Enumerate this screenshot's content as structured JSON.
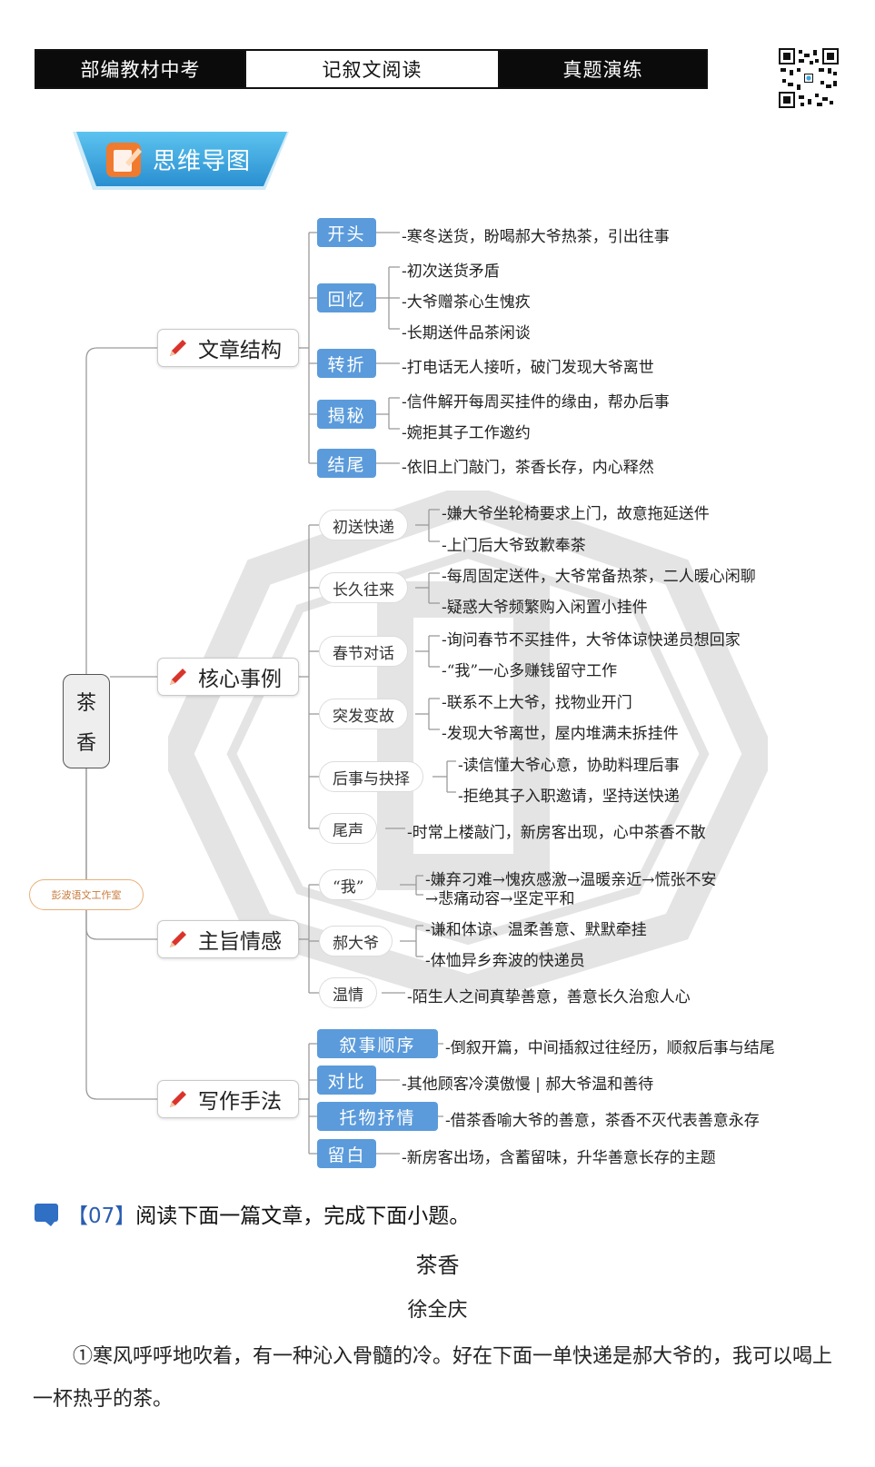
{
  "header": {
    "left": "部编教材中考",
    "center": "记叙文阅读",
    "right": "真题演练"
  },
  "banner": {
    "label": "思维导图"
  },
  "mindmap": {
    "root": {
      "char1": "茶",
      "char2": "香"
    },
    "structure": {
      "label": "文章结构",
      "tags": [
        {
          "label": "开头",
          "items": [
            "-寒冬送货，盼喝郝大爷热茶，引出往事"
          ]
        },
        {
          "label": "回忆",
          "items": [
            "-初次送货矛盾",
            "-大爷赠茶心生愧疚",
            "-长期送件品茶闲谈"
          ]
        },
        {
          "label": "转折",
          "items": [
            "-打电话无人接听，破门发现大爷离世"
          ]
        },
        {
          "label": "揭秘",
          "items": [
            "-信件解开每周买挂件的缘由，帮办后事",
            "-婉拒其子工作邀约"
          ]
        },
        {
          "label": "结尾",
          "items": [
            "-依旧上门敲门，茶香长存，内心释然"
          ]
        }
      ]
    },
    "events": {
      "label": "核心事例",
      "caps": [
        {
          "label": "初送快递",
          "items": [
            "-嫌大爷坐轮椅要求上门，故意拖延送件",
            "-上门后大爷致歉奉茶"
          ]
        },
        {
          "label": "长久往来",
          "items": [
            "-每周固定送件，大爷常备热茶，二人暖心闲聊",
            "-疑惑大爷频繁购入闲置小挂件"
          ]
        },
        {
          "label": "春节对话",
          "items": [
            "-询问春节不买挂件，大爷体谅快递员想回家",
            "-“我”一心多赚钱留守工作"
          ]
        },
        {
          "label": "突发变故",
          "items": [
            "-联系不上大爷，找物业开门",
            "-发现大爷离世，屋内堆满未拆挂件"
          ]
        },
        {
          "label": "后事与抉择",
          "items": [
            "-读信懂大爷心意，协助料理后事",
            "-拒绝其子入职邀请，坚持送快递"
          ]
        },
        {
          "label": "尾声",
          "items": [
            "-时常上楼敲门，新房客出现，心中茶香不散"
          ]
        }
      ]
    },
    "theme": {
      "label": "主旨情感",
      "caps": [
        {
          "label": "“我”",
          "items": [
            "-嫌弃刁难→愧疚感激→温暖亲近→慌张不安",
            "→悲痛动容→坚定平和"
          ]
        },
        {
          "label": "郝大爷",
          "items": [
            "-谦和体谅、温柔善意、默默牵挂",
            "-体恤异乡奔波的快递员"
          ]
        },
        {
          "label": "温情",
          "items": [
            "-陌生人之间真挚善意，善意长久治愈人心"
          ]
        }
      ]
    },
    "technique": {
      "label": "写作手法",
      "tags": [
        {
          "label": "叙事顺序",
          "items": [
            "-倒叙开篇，中间插叙过往经历，顺叙后事与结尾"
          ]
        },
        {
          "label": "对比",
          "items": [
            "-其他顾客冷漠傲慢 | 郝大爷温和善待"
          ]
        },
        {
          "label": "托物抒情",
          "items": [
            "-借茶香喻大爷的善意，茶香不灭代表善意永存"
          ]
        },
        {
          "label": "留白",
          "items": [
            "-新房客出场，含蓄留味，升华善意长存的主题"
          ]
        }
      ]
    },
    "stamp": "彭波语文工作室"
  },
  "reading": {
    "question_number": "【07】",
    "question_text": "阅读下面一篇文章，完成下面小题。",
    "title": "茶香",
    "author": "徐全庆",
    "paragraph1": "①寒风呼呼地吹着，有一种沁入骨髓的冷。好在下面一单快递是郝大爷的，我可以喝上一杯热乎的茶。"
  },
  "colors": {
    "tag_blue": "#5b9bdb",
    "banner_blue": "#3da8e0",
    "pen_red": "#d9342b"
  }
}
